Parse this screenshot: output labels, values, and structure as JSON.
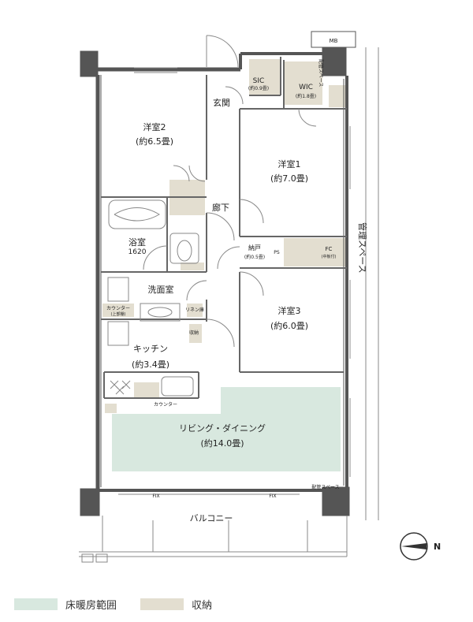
{
  "rooms": {
    "mb": "MB",
    "sic": "SIC",
    "sic_area": "(約0.9畳)",
    "wic": "WIC",
    "wic_area": "(約1.8畳)",
    "haikan_top": "配管スペース",
    "genkan": "玄関",
    "bed2": "洋室2",
    "bed2_area": "(約6.5畳)",
    "bed1": "洋室1",
    "bed1_area": "(約7.0畳)",
    "rouka": "廊下",
    "bath": "浴室",
    "bath_size": "1620",
    "nando": "納戸",
    "nando_area": "(約0.5畳)",
    "ps": "PS",
    "fc": "FC",
    "fc_sub": "(中板付)",
    "washroom": "洗面室",
    "counter1": "カウンター",
    "counter1_sub": "(上部棚)",
    "linen": "リネン庫",
    "bed3": "洋室3",
    "bed3_area": "(約6.0畳)",
    "kitchen": "キッチン",
    "kitchen_area": "(約3.4畳)",
    "storage_k": "収納",
    "counter2": "カウンター",
    "living": "リビング・ダイニング",
    "living_area": "(約14.0畳)",
    "haikan_bottom": "配管スペース",
    "fix1": "FIX",
    "fix2": "FIX",
    "balcony": "バルコニー",
    "kanri": "管理スペース",
    "compass_n": "N"
  },
  "legend": [
    {
      "label": "床暖房範囲",
      "color": "#d8e8df"
    },
    {
      "label": "収納",
      "color": "#e3ded0"
    }
  ],
  "colors": {
    "wall": "#555555",
    "floor_heat": "#d8e8df",
    "storage": "#e3ded0"
  }
}
